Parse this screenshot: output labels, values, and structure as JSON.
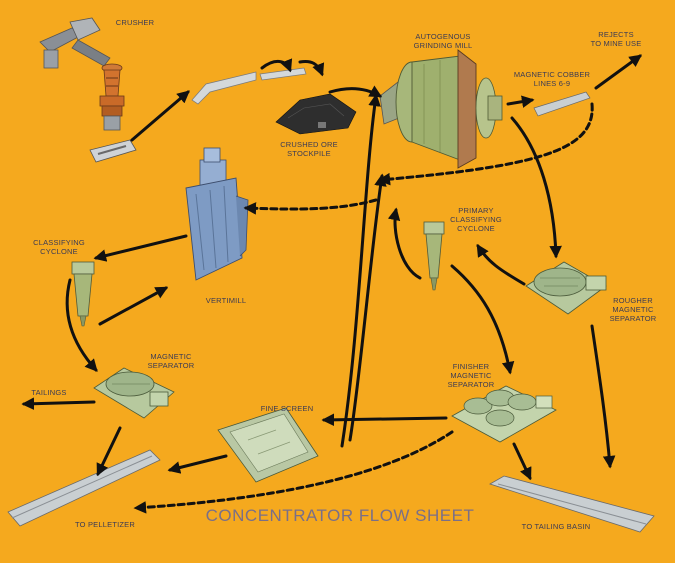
{
  "title": "CONCENTRATOR FLOW SHEET",
  "labels": {
    "crusher": "CRUSHER",
    "autogenous_mill": "AUTOGENOUS\nGRINDING MILL",
    "rejects": "REJECTS\nTO MINE USE",
    "magnetic_cobber": "MAGNETIC COBBER\nLINES 6-9",
    "stockpile": "CRUSHED ORE\nSTOCKPILE",
    "primary_cyclone": "PRIMARY\nCLASSIFYING\nCYCLONE",
    "classifying_cyclone": "CLASSIFYING\nCYCLONE",
    "vertimill": "VERTIMILL",
    "rougher": "ROUGHER\nMAGNETIC\nSEPARATOR",
    "magnetic_separator": "MAGNETIC\nSEPARATOR",
    "tailings": "TAILINGS",
    "finisher": "FINISHER\nMAGNETIC\nSEPARATOR",
    "fine_screen": "FINE SCREEN",
    "to_pelletizer": "TO PELLETIZER",
    "to_tailing_basin": "TO TAILING BASIN"
  },
  "colors": {
    "background": "#F5A91E",
    "arrow": "#111111",
    "label": "#3a3a55",
    "title": "#7a6f88",
    "crusher_orange": "#D2732E",
    "mill_green": "#A7B77A",
    "mill_brown": "#B07A4E",
    "vertimill_blue": "#7E9BC4",
    "separator_green": "#9FB58A",
    "steel": "#C9CFC9"
  }
}
